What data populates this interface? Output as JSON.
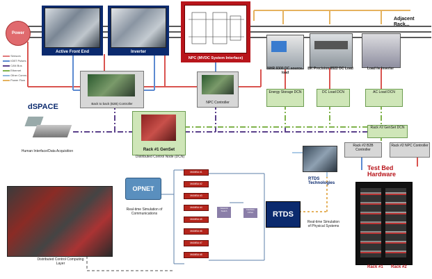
{
  "labels": {
    "power": "Power",
    "adjacent_rack": "Adjacent Rack...",
    "active_front_end": "Active Front End",
    "inverter": "Inverter",
    "npc": "NPC (MVDC System Interface)",
    "nhr": "NHR 9300 DC source-load",
    "bk": "BK Precision 8522 DC Load",
    "load_inverter": "Load /w Inverter",
    "b2b_controller": "Back to back (B2B) Controller",
    "npc_controller": "NPC Controller",
    "energy_storage_dcn": "Energy Storage DCN",
    "dc_load_dcn": "DC Load DCN",
    "ac_load_dcn": "AC Load DCN",
    "rack2_genset": "Rack #2 GenSet DCN",
    "rack2_b2b": "Rack #2 B2B Controller",
    "rack2_npc": "Rack #2 NPC Controller",
    "dspace": "dSPACE",
    "hmi": "Human Interface/Data Acquisition",
    "rack1_genset": "Rack #1 GenSet",
    "dcn": "Distributed Control Node (DCN)",
    "test_bed": "Test Bed Hardware",
    "opnet": "OPNET",
    "rt_comm": "Real-time Simulation of Communications",
    "rtds": "RTDS",
    "rtds_logo": "RTDS Technologies",
    "rt_physical": "Real-time Simulation of Physical Systems",
    "dccl": "Distributed Control Computing Layer",
    "rack1": "Rack #1",
    "rack2": "Rack #2",
    "network_switch": "Network Switch",
    "interface_fpga": "Interface FPGA"
  },
  "legend": [
    {
      "label": "Sensors",
      "color": "#e0787a"
    },
    {
      "label": "IGBT Pulses",
      "color": "#5b8ad1"
    },
    {
      "label": "CAN Bus",
      "color": "#5a3f8a"
    },
    {
      "label": "Ethernet",
      "color": "#7fb24a"
    },
    {
      "label": "Other Comm.",
      "color": "#8fb8dd"
    },
    {
      "label": "Power Flow",
      "color": "#e5b25e"
    }
  ],
  "mac_labels": [
    "MAMBA #1",
    "MAMBA #2",
    "MAMBA #3",
    "MAMBA #4",
    "MAMBA #5",
    "MAMBA #6",
    "MAMBA #7",
    "MAMBA #8"
  ]
}
